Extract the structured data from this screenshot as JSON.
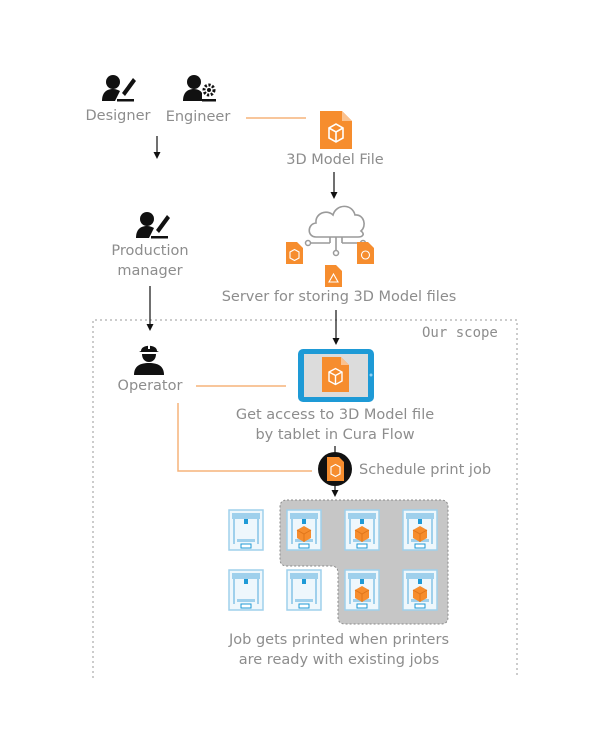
{
  "roles": {
    "designer": "Designer",
    "engineer": "Engineer",
    "production_manager_line1": "Production",
    "production_manager_line2": "manager",
    "operator": "Operator"
  },
  "nodes": {
    "model_file": "3D Model File",
    "server": "Server for storing 3D Model files",
    "tablet_line1": "Get access to 3D Model file",
    "tablet_line2": "by tablet in Cura Flow",
    "schedule": "Schedule print job",
    "printers_line1": "Job gets printed when printers",
    "printers_line2": "are ready with existing jobs"
  },
  "scope_label": "Our scope",
  "colors": {
    "orange": "#f68d2e",
    "orange_dark": "#e0761a",
    "blue": "#1e9ad6",
    "gray_text": "#8d8d8d",
    "gray_fill": "#c6c6c6",
    "printer_blue": "#9fd0ec",
    "black": "#111111"
  },
  "printers": {
    "busy": [
      false,
      true,
      true,
      true,
      false,
      false,
      true,
      true
    ]
  }
}
